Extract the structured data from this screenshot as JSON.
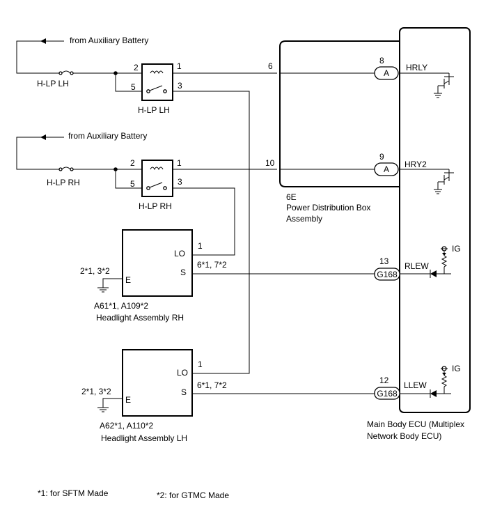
{
  "battery_label_1": "from Auxiliary Battery",
  "battery_label_2": "from Auxiliary Battery",
  "fuse_lh": "H-LP LH",
  "fuse_rh": "H-LP RH",
  "relay_lh": {
    "name": "H-LP LH",
    "pins": [
      "2",
      "5",
      "1",
      "3"
    ]
  },
  "relay_rh": {
    "name": "H-LP RH",
    "pins": [
      "2",
      "5",
      "1",
      "3"
    ]
  },
  "pdb": {
    "code": "6E",
    "name_line1": "Power Distribution Box",
    "name_line2": "Assembly",
    "pin_lh": "6",
    "pin_rh": "10"
  },
  "ecu": {
    "name_line1": "Main Body ECU (Multiplex",
    "name_line2": "Network Body ECU)",
    "terminals": [
      {
        "pin": "8",
        "connector": "A",
        "signal": "HRLY"
      },
      {
        "pin": "9",
        "connector": "A",
        "signal": "HRY2"
      },
      {
        "pin": "13",
        "connector": "G168",
        "signal": "RLEW",
        "supply": "IG"
      },
      {
        "pin": "12",
        "connector": "G168",
        "signal": "LLEW",
        "supply": "IG"
      }
    ]
  },
  "headlight_rh": {
    "code": "A61*1, A109*2",
    "name": "Headlight Assembly RH",
    "lo": "LO",
    "s": "S",
    "e": "E",
    "lo_pin": "1",
    "s_pin": "6*1, 7*2",
    "e_pin": "2*1, 3*2"
  },
  "headlight_lh": {
    "code": "A62*1, A110*2",
    "name": "Headlight Assembly LH",
    "lo": "LO",
    "s": "S",
    "e": "E",
    "lo_pin": "1",
    "s_pin": "6*1, 7*2",
    "e_pin": "2*1, 3*2"
  },
  "notes": {
    "note1": "*1: for SFTM Made",
    "note2": "*2: for GTMC Made"
  }
}
